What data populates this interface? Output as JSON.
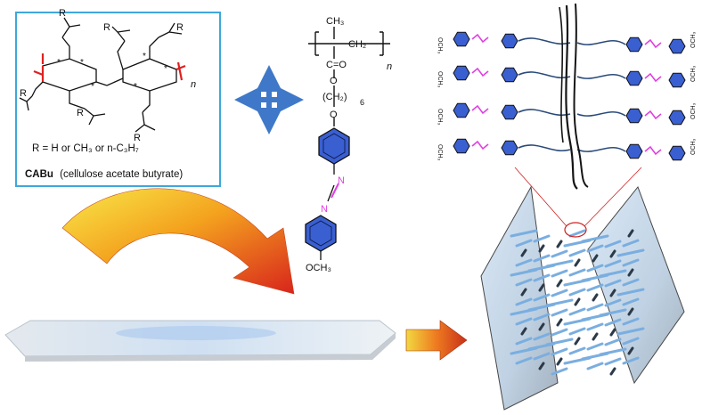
{
  "cabu_box": {
    "r_group_label": "R",
    "star": "*",
    "repeat_n": "n",
    "r_definition": "R = H  or CH₃ or n-C₃H₇",
    "name_abbr": "CABu",
    "name_full": "(cellulose acetate butyrate)"
  },
  "polymer": {
    "ch3": "CH₃",
    "ch2": "CH₂",
    "carbonyl": "C=O",
    "repeat_n": "n",
    "spacer": "(CH₂)",
    "spacer_count": "6",
    "azo_n": "N",
    "methoxy": "OCH₃",
    "oxygen": "O"
  },
  "molecule_label": "OCH₃",
  "colors": {
    "box_border": "#3ea7dc",
    "ring_fill": "#3a5fd0",
    "azo": "#e040e0",
    "bond_red": "#e02020",
    "arrow_blue": "#3f78c8"
  }
}
